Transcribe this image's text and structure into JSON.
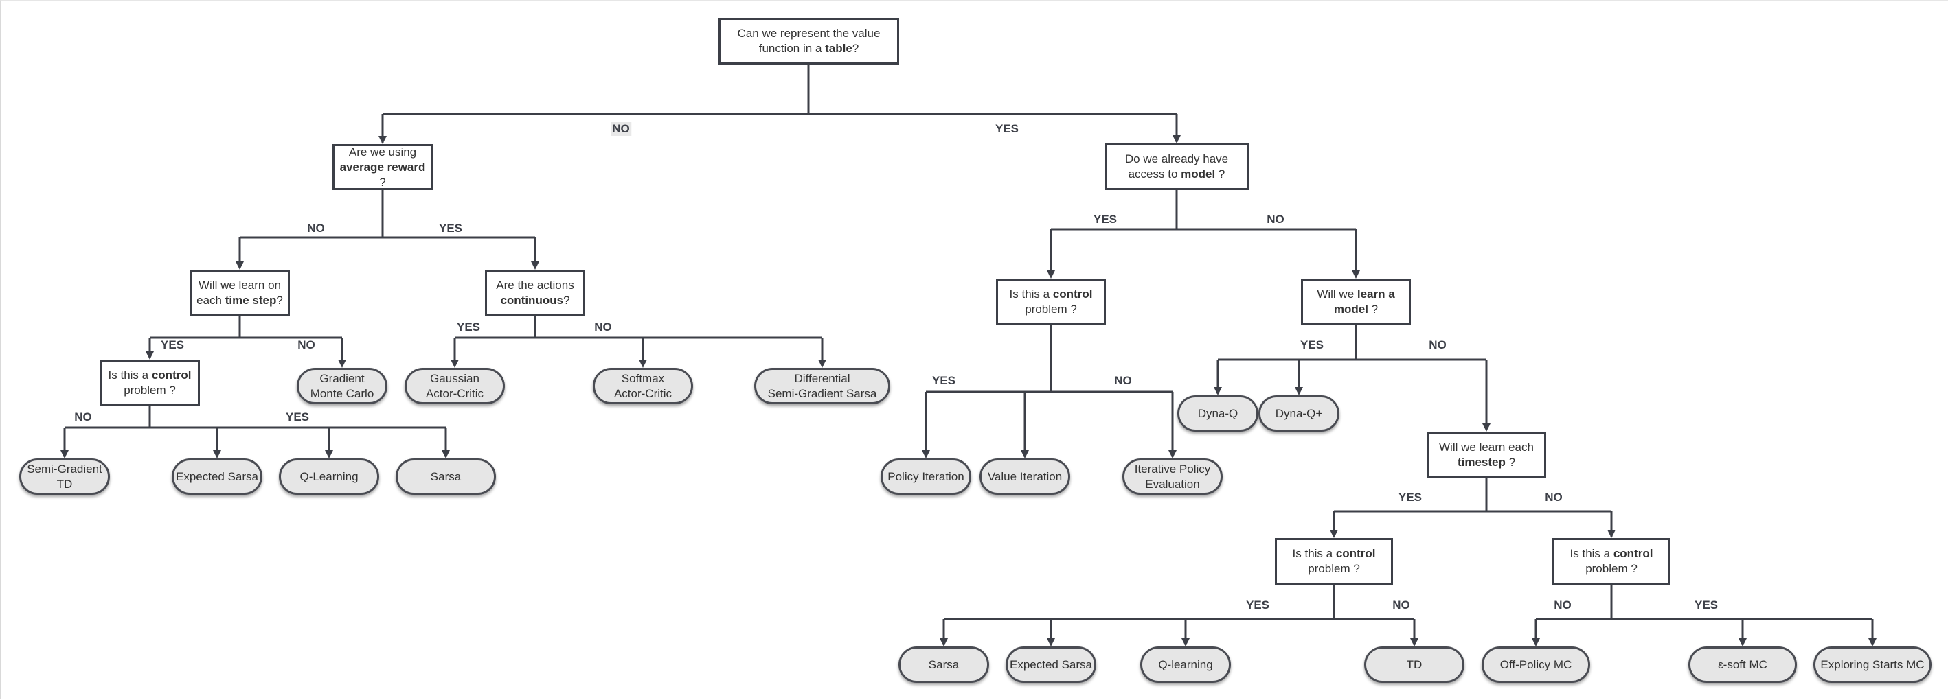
{
  "questions": {
    "q_root": [
      "Can we represent the value",
      [
        "function in a ",
        {
          "b": "table"
        },
        "?"
      ]
    ],
    "q_avg": [
      "Are we using",
      [
        {
          "b": "average reward"
        }
      ],
      "?"
    ],
    "q_model": [
      "Do we already have",
      [
        "access to ",
        {
          "b": "model"
        },
        " ?"
      ]
    ],
    "q_step": [
      "Will we learn on",
      [
        "each ",
        {
          "b": "time step"
        },
        "?"
      ]
    ],
    "q_cont": [
      "Are the actions",
      [
        {
          "b": "continuous"
        },
        "?"
      ]
    ],
    "q_ctrl1": [
      [
        "Is this a ",
        {
          "b": "control"
        }
      ],
      "problem ?"
    ],
    "q_ctrl2": [
      [
        "Is this a ",
        {
          "b": "control"
        }
      ],
      "problem ?"
    ],
    "q_learnmodel": [
      [
        "Will we ",
        {
          "b": "learn a"
        }
      ],
      [
        {
          "b": "model"
        },
        " ?"
      ]
    ],
    "q_timestep": [
      "Will we learn each",
      [
        {
          "b": "timestep"
        },
        " ?"
      ]
    ],
    "q_ctrl3": [
      [
        "Is this a ",
        {
          "b": "control"
        }
      ],
      "problem ?"
    ],
    "q_ctrl4": [
      [
        "Is this a ",
        {
          "b": "control"
        }
      ],
      "problem ?"
    ]
  },
  "leaves": {
    "l_semigrad": [
      "Semi-Gradient",
      "TD"
    ],
    "l_expsarsa1": [
      "Expected Sarsa"
    ],
    "l_qlearn1": [
      "Q-Learning"
    ],
    "l_sarsa1": [
      "Sarsa"
    ],
    "l_gradmc": [
      "Gradient",
      "Monte Carlo"
    ],
    "l_gauss": [
      "Gaussian",
      "Actor-Critic"
    ],
    "l_softmax": [
      "Softmax",
      "Actor-Critic"
    ],
    "l_diffsarsa": [
      "Differential",
      "Semi-Gradient Sarsa"
    ],
    "l_policyiter": [
      "Policy Iteration"
    ],
    "l_valueiter": [
      "Value Iteration"
    ],
    "l_iterpol": [
      "Iterative Policy",
      "Evaluation"
    ],
    "l_dynaq": [
      "Dyna-Q"
    ],
    "l_dynaqp": [
      "Dyna-Q+"
    ],
    "l_sarsa2": [
      "Sarsa"
    ],
    "l_expsarsa2": [
      "Expected Sarsa"
    ],
    "l_qlearn2": [
      "Q-learning"
    ],
    "l_td": [
      "TD"
    ],
    "l_offmc": [
      "Off-Policy MC"
    ],
    "l_esoft": [
      "ε-soft MC"
    ],
    "l_exploring": [
      "Exploring Starts MC"
    ]
  },
  "branch_labels": {
    "root_no": "NO",
    "root_yes": "YES",
    "avg_no": "NO",
    "avg_yes": "YES",
    "step_yes": "YES",
    "step_no": "NO",
    "ctrl1_no": "NO",
    "ctrl1_yes": "YES",
    "cont_yes": "YES",
    "cont_no": "NO",
    "model_yes": "YES",
    "model_no": "NO",
    "ctrl2_yes": "YES",
    "ctrl2_no": "NO",
    "learnmodel_yes": "YES",
    "learnmodel_no": "NO",
    "timestep_yes": "YES",
    "timestep_no": "NO",
    "ctrl3_yes": "YES",
    "ctrl3_no": "NO",
    "ctrl4_no": "NO",
    "ctrl4_yes": "YES"
  },
  "colors": {
    "edge": "#3c3f47",
    "question_border": "#3c3f47",
    "leaf_fill": "#e6e6e6",
    "label": "#3c3f47"
  }
}
